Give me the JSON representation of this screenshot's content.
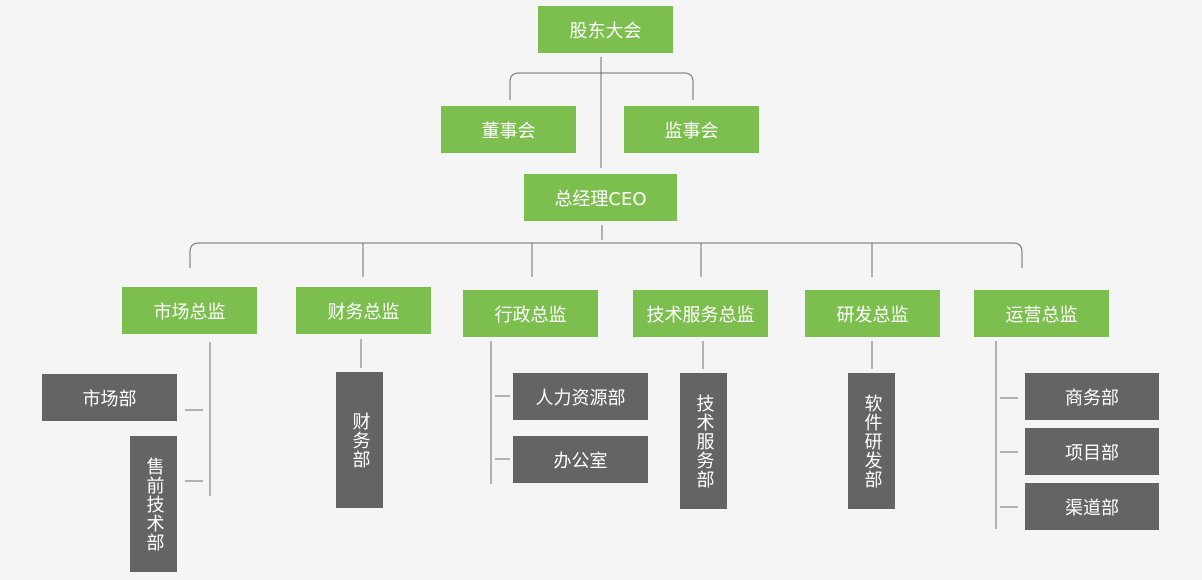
{
  "org_chart": {
    "root": "股东大会",
    "boards": [
      "董事会",
      "监事会"
    ],
    "ceo": "总经理CEO",
    "directors": [
      {
        "label": "市场总监",
        "departments": [
          "市场部",
          "售前技术部"
        ]
      },
      {
        "label": "财务总监",
        "departments": [
          "财务部"
        ]
      },
      {
        "label": "行政总监",
        "departments": [
          "人力资源部",
          "办公室"
        ]
      },
      {
        "label": "技术服务总监",
        "departments": [
          "技术服务部"
        ]
      },
      {
        "label": "研发总监",
        "departments": [
          "软件研发部"
        ]
      },
      {
        "label": "运营总监",
        "departments": [
          "商务部",
          "项目部",
          "渠道部"
        ]
      }
    ]
  },
  "colors": {
    "top_level_box": "#7cbf4f",
    "department_box": "#646464",
    "connector": "#6e6e6e",
    "background": "#f5f5f5",
    "text": "#ffffff"
  }
}
